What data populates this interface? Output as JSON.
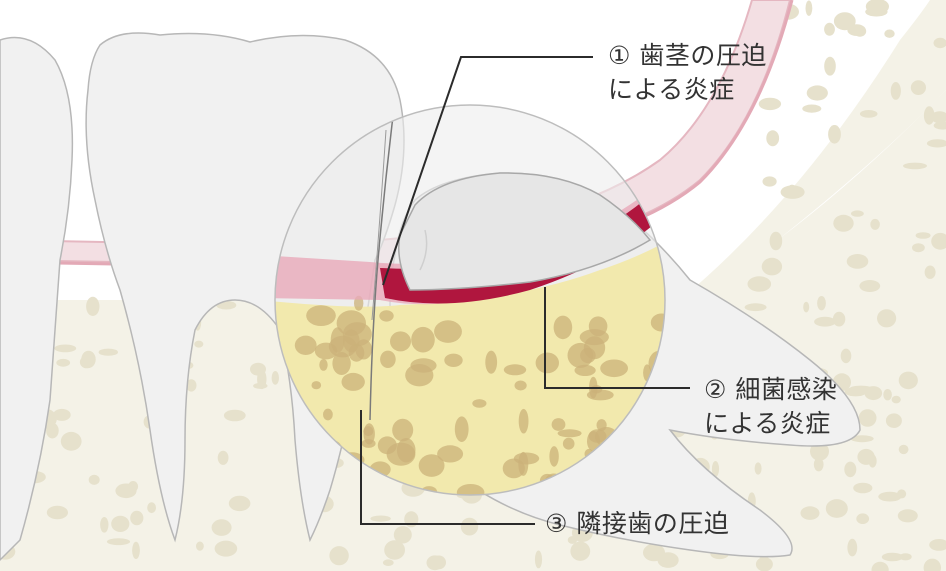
{
  "colors": {
    "background": "#ffffff",
    "bone_base": "#f4f2e7",
    "bone_pore": "#e6e1cc",
    "gum": "#f3dfe3",
    "gum_edge": "#e5b7c1",
    "tooth": "#f1f1f1",
    "tooth_outline": "#b7b7b7",
    "zoom_bone": "#f2e9ad",
    "zoom_pore": "#cbb27a",
    "inflamed_gum": "#b0163e",
    "inflamed_gum_light": "#df6f86",
    "leader_line": "#2b2b2b",
    "label_text": "#333333"
  },
  "annotations": [
    {
      "id": "1",
      "marker": "①",
      "lines": [
        "① 歯茎の圧迫",
        "による炎症"
      ]
    },
    {
      "id": "2",
      "marker": "②",
      "lines": [
        "② 細菌感染",
        "による炎症"
      ]
    },
    {
      "id": "3",
      "marker": "③",
      "lines": [
        "③ 隣接歯の圧迫"
      ]
    }
  ]
}
